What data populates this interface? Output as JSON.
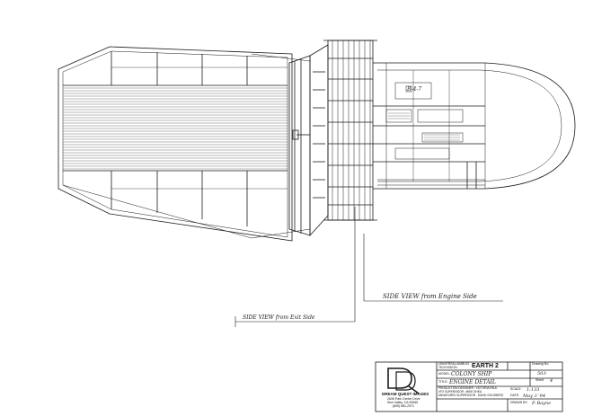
{
  "drawing": {
    "view_labels": {
      "engine_side": "SIDE VIEW from Engine Side",
      "exit_side": "SIDE VIEW from Exit Side",
      "internal_tag": "B-4-7"
    }
  },
  "logo": {
    "company": "DREAM QUEST IMAGES",
    "address_line1": "2635 Park Center Drive",
    "address_line2": "Simi Valley, CA 93065",
    "phone": "(805) 581-2971"
  },
  "title_block": {
    "studio_line1": "UNIVERSAL/AMBLIN",
    "studio_line2": "TELEVISION",
    "show": "EARTH 2",
    "model_label": "MODEL:",
    "model": "COLONY SHIP",
    "title_label": "TITLE:",
    "title": "ENGINE DETAIL",
    "drawing_no_label": "Drawing No.",
    "drawing_no": "503-",
    "sheet_label": "Sheet",
    "sheet": "4",
    "credit1": "PRODUCTION DESIGNER : VICTORIA PAUL",
    "credit2": "VFX SUPERVISOR : MIKE SHEA",
    "credit3": "MINIATURES SUPERVISOR : DAVID GOLDBERG",
    "scale_label": "SCALE:",
    "scale": "1:133",
    "date_label": "DATE:",
    "date": "May 3 '94",
    "drawn_by_label": "DRAWN BY:",
    "drawn_by": "P. Bayne"
  }
}
